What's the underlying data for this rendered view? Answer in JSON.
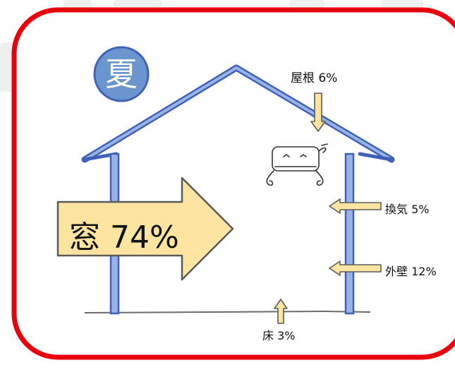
{
  "season": "夏",
  "heat_sources": {
    "window": "窓 74%",
    "roof": "屋根 6%",
    "ventilation": "換気 5%",
    "exterior_wall": "外壁 12%",
    "floor": "床 3%"
  },
  "shares_percent": {
    "window": 74,
    "roof": 6,
    "ventilation": 5,
    "exterior_wall": 12,
    "floor": 3
  },
  "colors": {
    "frame_border": "#e8000d",
    "season_badge": "#6a95cf",
    "house_outline": "#3f62b8",
    "house_outline_light": "#9ab3e6",
    "arrow_fill": "#fde4a0",
    "arrow_stroke": "#5a5a5a",
    "ground_line": "#6b6b6b"
  }
}
